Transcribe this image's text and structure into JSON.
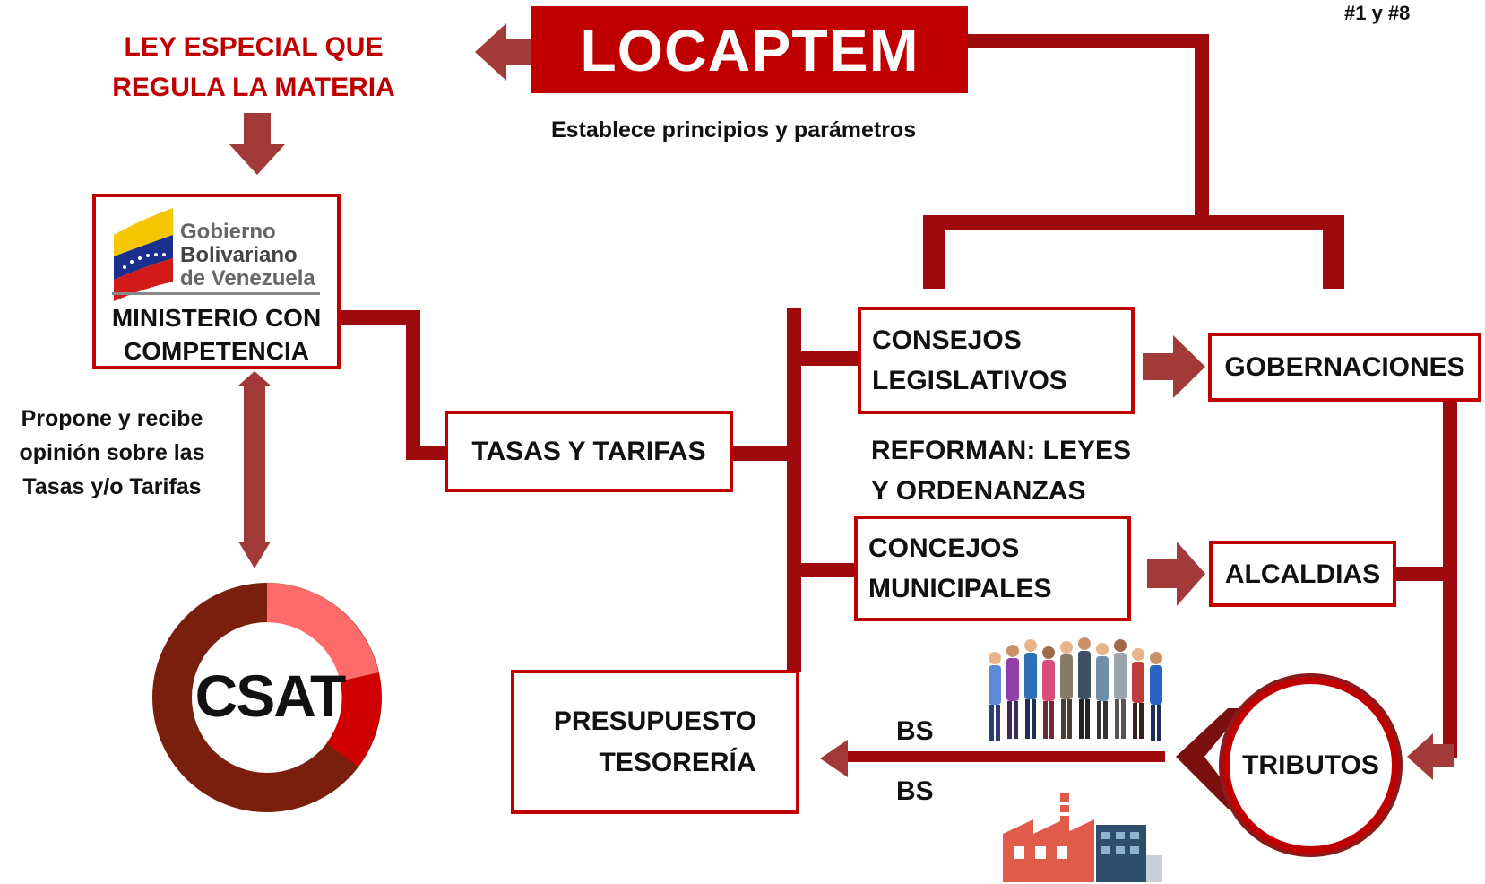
{
  "header": {
    "title": "LOCAPTEM",
    "top_right_note": "#1 y #8",
    "law_label_line1": "LEY ESPECIAL QUE",
    "law_label_line2": "REGULA LA MATERIA",
    "sets_note": "Establece principios y parámetros"
  },
  "ministry": {
    "logo_text_line1": "Gobierno",
    "logo_text_line2": "Bolivariano",
    "logo_text_line3": "de Venezuela",
    "label_line1": "MINISTERIO CON",
    "label_line2": "COMPETENCIA",
    "note_line1": "Propone y recibe",
    "note_line2": "opinión sobre las",
    "note_line3": "Tasas y/o Tarifas"
  },
  "csat": {
    "label": "CSAT"
  },
  "nodes": {
    "tasas": "TASAS Y TARIFAS",
    "consejos_leg_line1": "CONSEJOS",
    "consejos_leg_line2": "LEGISLATIVOS",
    "gobernaciones": "GOBERNACIONES",
    "reform_line1": "REFORMAN: LEYES",
    "reform_line2": "Y ORDENANZAS",
    "concejos_mun_line1": "CONCEJOS",
    "concejos_mun_line2": "MUNICIPALES",
    "alcaldias": "ALCALDIAS",
    "presupuesto_line1": "PRESUPUESTO",
    "presupuesto_line2": "TESORERÍA",
    "tributos": "TRIBUTOS",
    "bs_top": "BS",
    "bs_bottom": "BS"
  },
  "colors": {
    "accent": "#c00000",
    "connector": "#9e0b0f",
    "arrow": "#a33a3a",
    "csat_ring_dark": "#7a1f0e",
    "csat_ring_light": "#ff6b6b",
    "csat_ring_mid": "#d10000"
  },
  "icons": {
    "people": "people-group-icon",
    "factory": "factory-icon",
    "flag": "venezuela-flag-icon"
  }
}
